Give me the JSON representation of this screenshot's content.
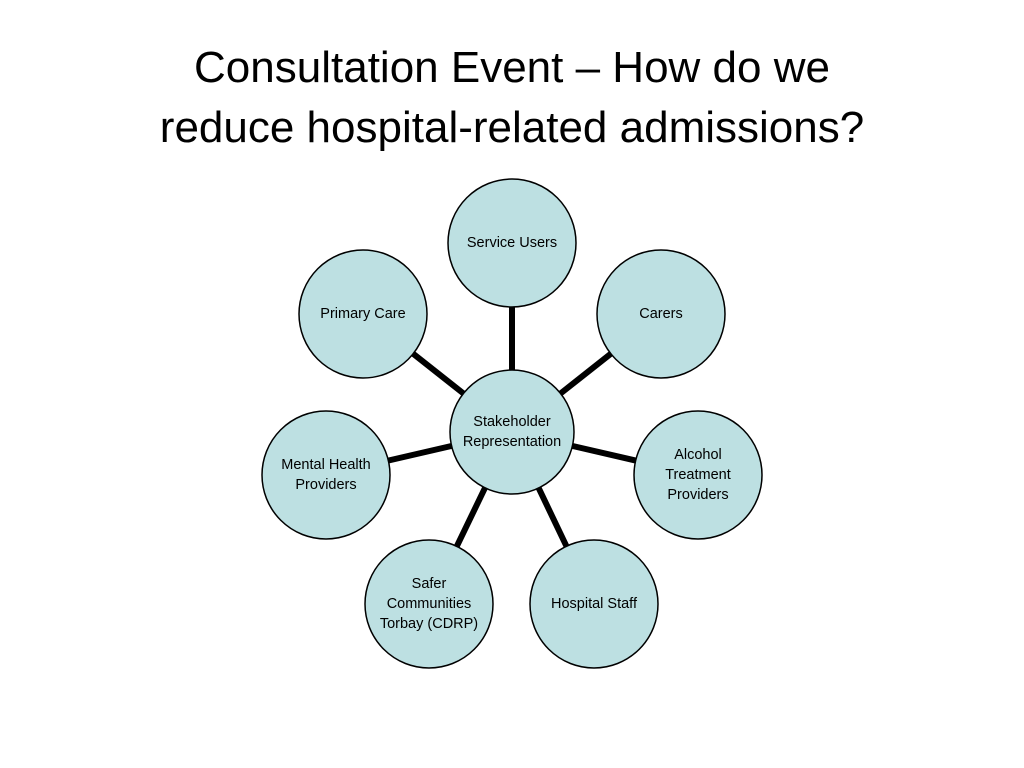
{
  "title": {
    "line1": "Consultation Event – How do we",
    "line2": "reduce hospital-related admissions?"
  },
  "colors": {
    "node_fill": "#bde0e2",
    "node_stroke": "#000000",
    "connector": "#000000",
    "text": "#000000"
  },
  "hub": {
    "lines": [
      "Stakeholder",
      "Representation"
    ]
  },
  "nodes": [
    {
      "key": "service-users",
      "lines": [
        "Service Users"
      ]
    },
    {
      "key": "carers",
      "lines": [
        "Carers"
      ]
    },
    {
      "key": "alcohol-treatment-providers",
      "lines": [
        "Alcohol",
        "Treatment",
        "Providers"
      ]
    },
    {
      "key": "hospital-staff",
      "lines": [
        "Hospital Staff"
      ]
    },
    {
      "key": "safer-communities-torbay",
      "lines": [
        "Safer",
        "Communities",
        "Torbay (CDRP)"
      ]
    },
    {
      "key": "mental-health-providers",
      "lines": [
        "Mental Health",
        "Providers"
      ]
    },
    {
      "key": "primary-care",
      "lines": [
        "Primary Care"
      ]
    }
  ]
}
